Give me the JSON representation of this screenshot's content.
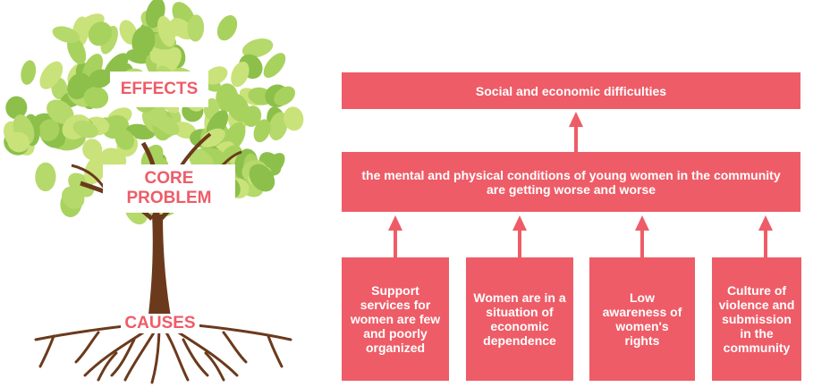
{
  "tree": {
    "effects_label": "EFFECTS",
    "core_problem_line1": "CORE",
    "core_problem_line2": "PROBLEM",
    "causes_label": "CAUSES"
  },
  "diagram": {
    "effect": "Social and economic difficulties",
    "core_problem": "the mental and physical conditions of young women in the community are getting worse and worse",
    "causes": [
      "Support services for women are few and poorly organized",
      "Women are in a situation of economic dependence",
      "Low awareness of women's rights",
      "Culture of violence and submission in the community"
    ]
  },
  "colors": {
    "accent": "#ee5c67",
    "leaf_light": "#c9e27a",
    "leaf_dark": "#8cc04a",
    "trunk": "#6b3a1c"
  }
}
